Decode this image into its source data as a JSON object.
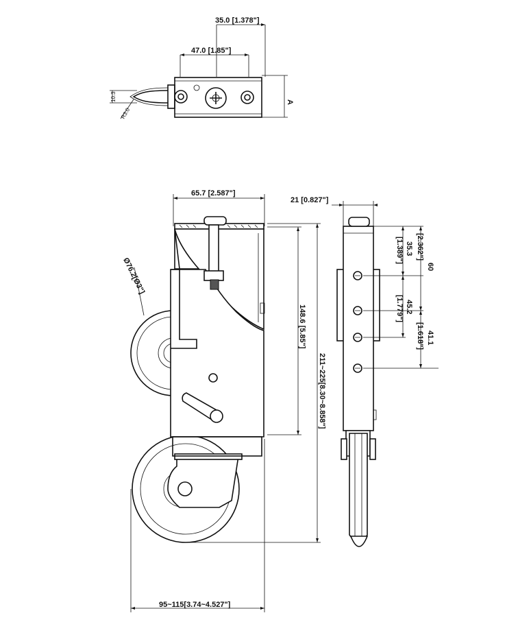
{
  "top_view": {
    "dim_35": "35.0 [1.378\"]",
    "dim_47": "47.0 [1.85\"]",
    "dim_10_3": "10.3",
    "dim_r3": "R3.0",
    "section_label": "A"
  },
  "side_view": {
    "dim_width": "65.7 [2.587\"]",
    "dim_wheel_dia": "Ø76.2[Ø3\"]",
    "dim_body_height": "148.6 [5.85\"]",
    "dim_total_height": "211~225[8.30~8.858\"]",
    "dim_overall_width": "95~115[3.74~4.527\"]"
  },
  "end_view": {
    "dim_thickness": "21 [0.827\"]",
    "dim_35_3": "35.3",
    "dim_35_3_in": "[1.389\"]",
    "dim_60": "60",
    "dim_60_in": "[2.362\"]",
    "dim_45_2": "45.2",
    "dim_45_2_in": "[1.779\"]",
    "dim_41_1": "41.1",
    "dim_41_1_in": "[1.618\"]"
  }
}
